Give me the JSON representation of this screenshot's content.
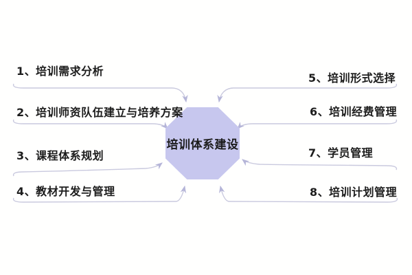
{
  "diagram": {
    "type": "mindmap",
    "central_topic": {
      "label": "培训体系建设",
      "shape": "octagon"
    },
    "left_topics": [
      {
        "index": "1",
        "label": "1、培训需求分析"
      },
      {
        "index": "2",
        "label": "2、培训师资队伍建立与培养方案"
      },
      {
        "index": "3",
        "label": "3、课程体系规划"
      },
      {
        "index": "4",
        "label": "4、教材开发与管理"
      }
    ],
    "right_topics": [
      {
        "index": "5",
        "label": "5、培训形式选择"
      },
      {
        "index": "6",
        "label": "6、培训经费管理"
      },
      {
        "index": "7",
        "label": "7、学员管理"
      },
      {
        "index": "8",
        "label": "8、培训计划管理"
      }
    ],
    "colors": {
      "background": "#fffffe",
      "octagon_fill": "#c7c7ee",
      "connector_line": "#c9c9de",
      "arrowhead": "#b5b5d8",
      "text": "#1c1c1c"
    }
  }
}
